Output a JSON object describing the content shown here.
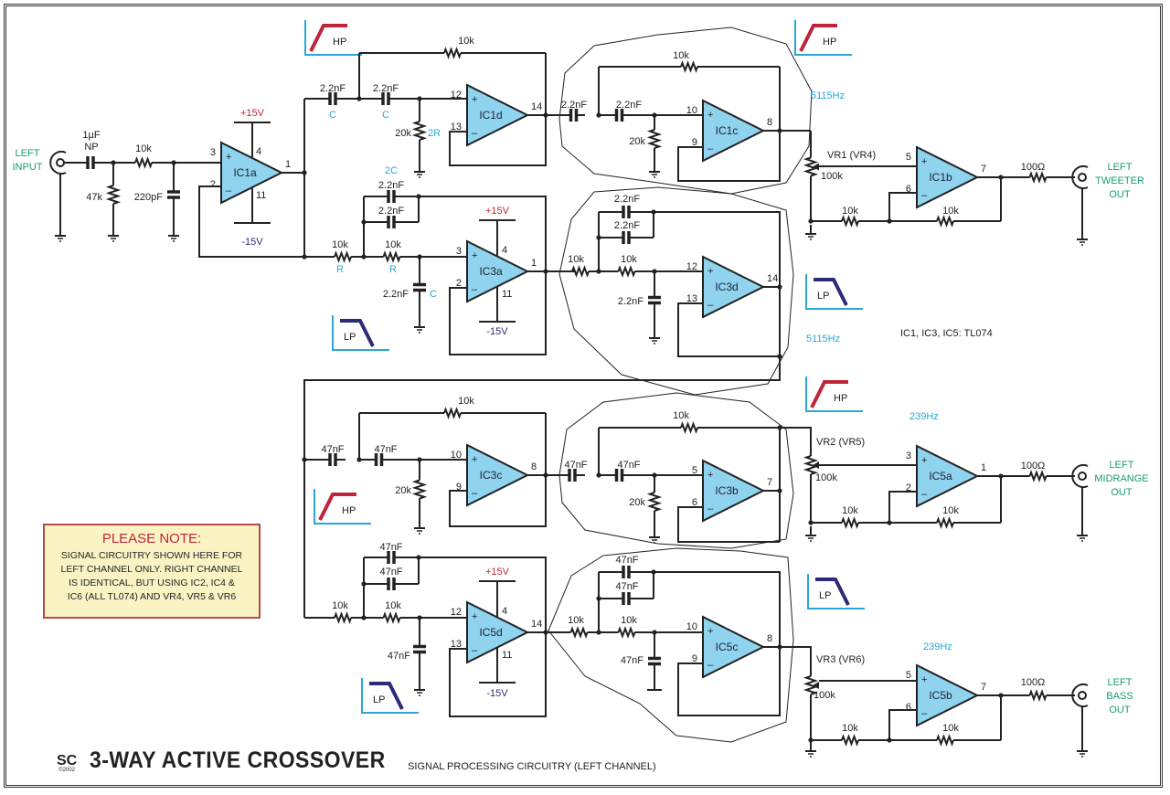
{
  "title": {
    "logo": "SC",
    "copyright": "©2002",
    "main": "3-WAY ACTIVE CROSSOVER",
    "subtitle": "SIGNAL PROCESSING CIRCUITRY (LEFT CHANNEL)"
  },
  "note": {
    "heading": "PLEASE NOTE:",
    "lines": [
      "SIGNAL CIRCUITRY SHOWN HERE FOR",
      "LEFT CHANNEL ONLY. RIGHT CHANNEL",
      "IS IDENTICAL, BUT USING IC2, IC4 &",
      "IC6 (ALL TL074) AND VR4, VR5 & VR6"
    ]
  },
  "ic_note": "IC1, IC3, IC5:  TL074",
  "connectors": {
    "input": [
      "LEFT",
      "INPUT"
    ],
    "tweeter": [
      "LEFT",
      "TWEETER",
      "OUT"
    ],
    "midrange": [
      "LEFT",
      "MIDRANGE",
      "OUT"
    ],
    "bass": [
      "LEFT",
      "BASS",
      "OUT"
    ]
  },
  "supply": {
    "pos": "+15V",
    "neg": "-15V"
  },
  "frequencies": {
    "high": "5115Hz",
    "low": "239Hz"
  },
  "filter_badges": {
    "hp": "HP",
    "lp": "LP"
  },
  "colors": {
    "opamp_fill": "#8fd3ef",
    "hp_curve": "#c0243b",
    "lp_curve": "#2b2b7a",
    "axis": "#2aa7d6",
    "connector_label": "#1a9e6a",
    "note_bg": "#fbf3c4"
  },
  "input_stage": {
    "cap": [
      "1µF",
      "NP"
    ],
    "r_series": "10k",
    "r_shunt": "47k",
    "c_shunt": "220pF",
    "opamp": {
      "name": "IC1a",
      "pins": {
        "in_p": "3",
        "in_n": "2",
        "out": "1",
        "vp": "4",
        "vn": "11"
      }
    }
  },
  "stages": {
    "ic1d": {
      "name": "IC1d",
      "pins": [
        "12",
        "13",
        "14"
      ],
      "c1": "2.2nF",
      "c2": "2.2nF",
      "c1_sym": "C",
      "c2_sym": "C",
      "r_fb": "10k",
      "r_gnd": "20k",
      "r_sym": "2R"
    },
    "ic3a": {
      "name": "IC3a",
      "pins": [
        "3",
        "2",
        "1",
        "4",
        "11"
      ],
      "r1": "10k",
      "r2": "10k",
      "r_sym": "R",
      "c_fb1": "2.2nF",
      "c_fb2": "2.2nF",
      "c_fb_sym": "2C",
      "c_gnd": "2.2nF",
      "c_gnd_sym": "C"
    },
    "ic1c": {
      "name": "IC1c",
      "pins": [
        "10",
        "9",
        "8"
      ],
      "c1": "2.2nF",
      "c2": "2.2nF",
      "r_fb": "10k",
      "r_gnd": "20k"
    },
    "ic3d": {
      "name": "IC3d",
      "pins": [
        "12",
        "13",
        "14"
      ],
      "r1": "10k",
      "r2": "10k",
      "c_fb1": "2.2nF",
      "c_fb2": "2.2nF",
      "c_gnd": "2.2nF"
    },
    "ic3c": {
      "name": "IC3c",
      "pins": [
        "10",
        "9",
        "8"
      ],
      "c1": "47nF",
      "c2": "47nF",
      "r_fb": "10k",
      "r_gnd": "20k"
    },
    "ic3b": {
      "name": "IC3b",
      "pins": [
        "5",
        "6",
        "7"
      ],
      "c1": "47nF",
      "c2": "47nF",
      "r_fb": "10k",
      "r_gnd": "20k"
    },
    "ic5d": {
      "name": "IC5d",
      "pins": [
        "12",
        "13",
        "14",
        "4",
        "11"
      ],
      "r1": "10k",
      "r2": "10k",
      "c_fb1": "47nF",
      "c_fb2": "47nF",
      "c_gnd": "47nF"
    },
    "ic5c": {
      "name": "IC5c",
      "pins": [
        "10",
        "9",
        "8"
      ],
      "r1": "10k",
      "r2": "10k",
      "c_fb1": "47nF",
      "c_fb2": "47nF",
      "c_gnd": "47nF"
    }
  },
  "outputs": {
    "tweeter": {
      "vr": "VR1 (VR4)",
      "vr_val": "100k",
      "opamp": "IC1b",
      "pins": [
        "5",
        "6",
        "7"
      ],
      "r_in": "10k",
      "r_fb": "10k",
      "r_out": "100Ω"
    },
    "midrange": {
      "vr": "VR2 (VR5)",
      "vr_val": "100k",
      "opamp": "IC5a",
      "pins": [
        "3",
        "2",
        "1"
      ],
      "r_in": "10k",
      "r_fb": "10k",
      "r_out": "100Ω"
    },
    "bass": {
      "vr": "VR3 (VR6)",
      "vr_val": "100k",
      "opamp": "IC5b",
      "pins": [
        "5",
        "6",
        "7"
      ],
      "r_in": "10k",
      "r_fb": "10k",
      "r_out": "100Ω"
    }
  }
}
